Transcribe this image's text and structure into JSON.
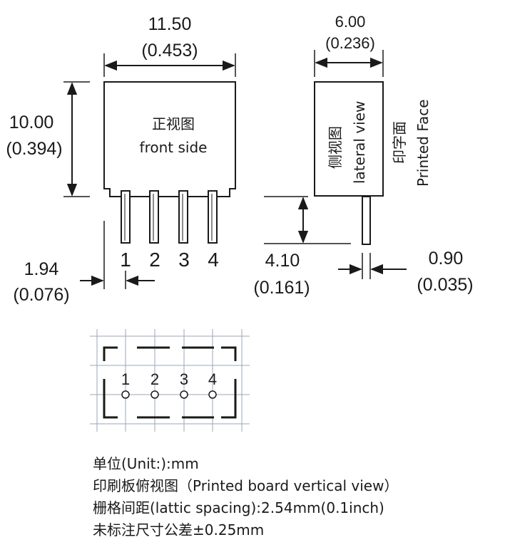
{
  "front_view": {
    "width_mm": "11.50",
    "width_in": "(0.453)",
    "height_mm": "10.00",
    "height_in": "(0.394)",
    "label_cn": "正视图",
    "label_en": "front side",
    "pin_numbers": [
      "1",
      "2",
      "3",
      "4"
    ],
    "pin_offset_mm": "1.94",
    "pin_offset_in": "(0.076)"
  },
  "side_view": {
    "width_mm": "6.00",
    "width_in": "(0.236)",
    "label_cn": "侧视图",
    "label_en": "lateral view",
    "printed_face_cn": "印字面",
    "printed_face_en": "Printed Face",
    "pin_length_mm": "4.10",
    "pin_length_in": "(0.161)",
    "pin_width_mm": "0.90",
    "pin_width_in": "(0.035)"
  },
  "board_view": {
    "pin_numbers": [
      "1",
      "2",
      "3",
      "4"
    ]
  },
  "notes": [
    "单位(Unit:):mm",
    "印刷板俯视图（Printed board vertical view）",
    "栅格间距(lattic spacing):2.54mm(0.1inch)",
    "未标注尺寸公差±0.25mm"
  ]
}
